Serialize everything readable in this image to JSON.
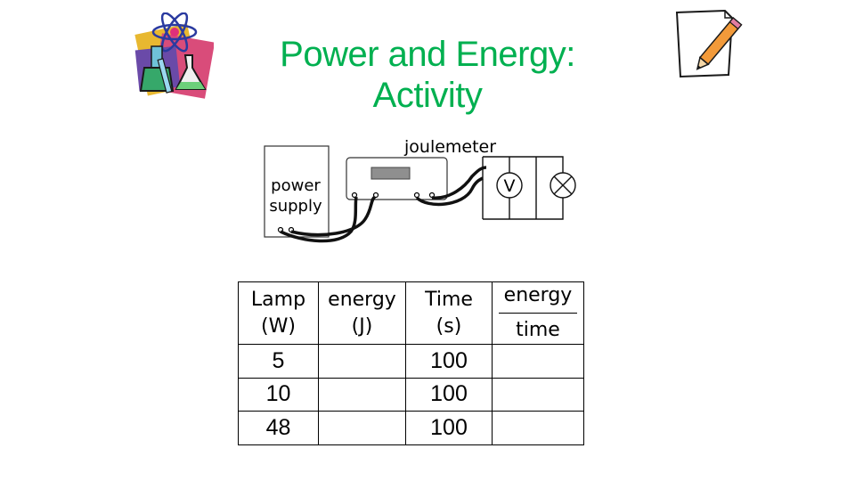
{
  "title": {
    "line1": "Power and Energy:",
    "line2": "Activity"
  },
  "circuit": {
    "joulemeter_label": "joulemeter",
    "power_supply_label": [
      "power",
      "supply"
    ],
    "voltmeter_symbol": "V"
  },
  "table": {
    "headers": [
      {
        "line1": "Lamp",
        "line2": "(W)"
      },
      {
        "line1": "energy",
        "line2": "(J)"
      },
      {
        "line1": "Time",
        "line2": "(s)"
      },
      {
        "numerator": "energy",
        "denominator": "time"
      }
    ],
    "rows": [
      {
        "lamp": "5",
        "energy": "",
        "time": "100",
        "ratio": ""
      },
      {
        "lamp": "10",
        "energy": "",
        "time": "100",
        "ratio": ""
      },
      {
        "lamp": "48",
        "energy": "",
        "time": "100",
        "ratio": ""
      }
    ]
  },
  "colors": {
    "title": "#00b050"
  },
  "icons": [
    "science-clipart-icon",
    "notepad-pencil-icon",
    "voltmeter-icon",
    "lamp-icon"
  ]
}
